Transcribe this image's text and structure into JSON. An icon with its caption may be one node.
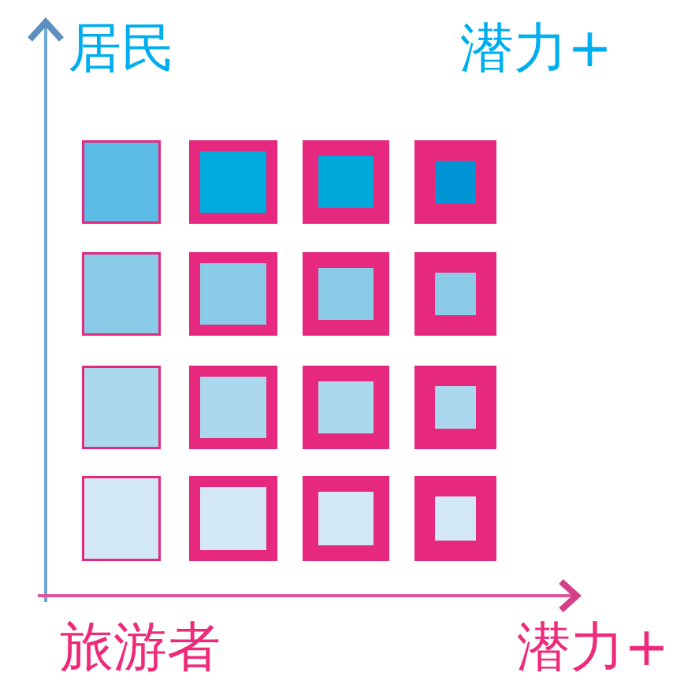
{
  "diagram": {
    "labels": [
      "居民",
      "潜力+",
      "旅游者",
      "潜力+"
    ]
  }
}
